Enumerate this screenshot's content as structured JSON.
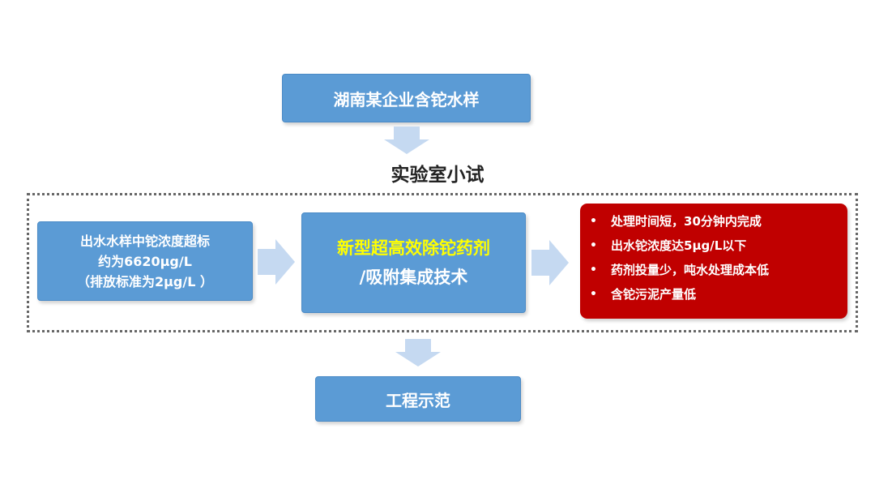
{
  "top_box": {
    "label": "湖南某企业含铊水样"
  },
  "section_label": "实验室小试",
  "left_box": {
    "lines": [
      "出水水样中铊浓度超标",
      "约为6620μg/L",
      "（排放标准为2μg/L ）"
    ]
  },
  "center_box": {
    "highlight_line": "新型超高效除铊药剂",
    "second_line": "/吸附集成技术"
  },
  "benefits": {
    "bullet": "•",
    "items": [
      "处理时间短，30分钟内完成",
      "出水铊浓度达5μg/L以下",
      "药剂投量少，吨水处理成本低",
      "含铊污泥产量低"
    ]
  },
  "bottom_box": {
    "label": "工程示范"
  },
  "colors": {
    "box_blue": "#5b9bd5",
    "arrow_blue": "#c5d9f1",
    "benefit_red": "#c00000",
    "highlight_yellow": "#ffff00"
  }
}
